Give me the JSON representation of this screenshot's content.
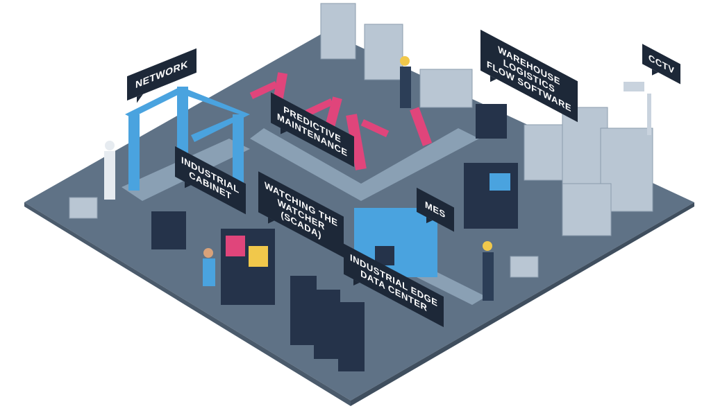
{
  "labels": {
    "network": "NETWORK",
    "predictive_maintenance": [
      "PREDICTIVE",
      "MAINTENANCE"
    ],
    "warehouse": [
      "WAREHOUSE",
      "LOGISTICS",
      "FLOW SOFTWARE"
    ],
    "cctv": "CCTV",
    "industrial_cabinet": [
      "INDUSTRIAL",
      "CABINET"
    ],
    "scada": [
      "WATCHING THE",
      "WATCHER",
      "(SCADA)"
    ],
    "mes": "MES",
    "edge_data_center": [
      "INDUSTRIAL EDGE",
      "DATA CENTER"
    ]
  },
  "colors": {
    "floor": "#5f7286",
    "floor_edge": "#4a5a6b",
    "callout": "#1d2838",
    "robot": "#e0457b",
    "machine": "#4aa3df",
    "box": "#b9c6d3",
    "server": "#25334a"
  }
}
